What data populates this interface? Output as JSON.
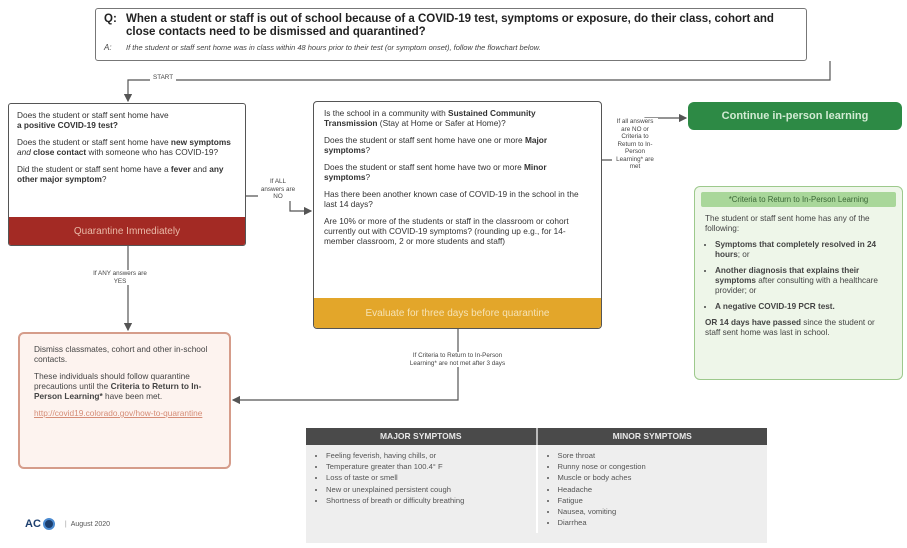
{
  "question": {
    "q_label": "Q:",
    "q_text": "When a student or staff is out of school because of a COVID-19 test, symptoms or exposure, do their class, cohort and close contacts need to be dismissed and quarantined?",
    "a_label": "A:",
    "a_text": "If the student or staff sent home was in class within 48 hours prior to their test (or symptom onset), follow the flowchart below."
  },
  "start_label": "START",
  "left_card": {
    "q1_a": "Does the student or staff sent home have",
    "q1_b": "a positive COVID-19 test?",
    "q2_a": "Does the student or staff sent home have",
    "q2_b": "new symptoms",
    "q2_c": " and ",
    "q2_d": "close contact",
    "q2_e": " with someone who has COVID-19?",
    "q3_a": "Did the student or staff sent home have a",
    "q3_b": "fever",
    "q3_c": " and ",
    "q3_d": "any other major symptom",
    "q3_e": "?",
    "band": "Quarantine Immediately"
  },
  "notes": {
    "all_no": "If ALL answers are NO",
    "any_yes": "If ANY answers are YES",
    "all_no_criteria": "If all answers are NO or Criteria to Return to In-Person Learning* are met",
    "criteria_not_met": "If Criteria to Return to In-Person Learning* are not met after 3 days"
  },
  "mid_card": {
    "q1_a": "Is the school in a community with ",
    "q1_b": "Sustained Community Transmission",
    "q1_c": " (Stay at Home or Safer at Home)?",
    "q2_a": "Does the student or staff sent home have one or more ",
    "q2_b": "Major symptoms",
    "q2_c": "?",
    "q3_a": "Does the student or staff sent home have two or more ",
    "q3_b": "Minor symptoms",
    "q3_c": "?",
    "q4": "Has there been another known case of COVID-19 in the school in the last 14 days?",
    "q5": "Are 10% or more of the students or staff in the classroom or cohort currently out with COVID-19 symptoms? (rounding up e.g., for 14-member classroom, 2 or more students and staff)",
    "band": "Evaluate for three days before quarantine"
  },
  "continue_button": "Continue in-person learning",
  "criteria": {
    "header": "*Criteria to Return to In-Person Learning",
    "intro": "The student or staff sent home has any of the following:",
    "b1_a": "Symptoms that completely resolved in 24 hours",
    "b1_b": "; or",
    "b2_a": "Another diagnosis that explains their symptoms",
    "b2_b": " after consulting with a healthcare provider; or",
    "b3": "A negative COVID-19 PCR test.",
    "or_a": "OR 14 days have passed",
    "or_b": " since the student or staff sent home was last in school."
  },
  "dismiss_card": {
    "p1": "Dismiss classmates, cohort and other in-school contacts.",
    "p2_a": "These individuals should follow quarantine precautions until the ",
    "p2_b": "Criteria to Return to In-Person Learning*",
    "p2_c": " have been met.",
    "link": "http://covid19.colorado.gov/how-to-quarantine"
  },
  "symptoms": {
    "major_header": "MAJOR SYMPTOMS",
    "minor_header": "MINOR SYMPTOMS",
    "major": [
      "Feeling feverish, having chills, or",
      "Temperature greater than 100.4° F",
      "Loss of taste or smell",
      "New or unexplained persistent cough",
      "Shortness of breath or difficulty breathing"
    ],
    "minor": [
      "Sore throat",
      "Runny nose or congestion",
      "Muscle or body aches",
      "Headache",
      "Fatigue",
      "Nausea, vomiting",
      "Diarrhea"
    ]
  },
  "footer": {
    "logo_text": "AC",
    "date": "August 2020"
  },
  "colors": {
    "quarantine_red": "#a32a24",
    "evaluate_yellow": "#e3a62a",
    "continue_green": "#2d8a45",
    "criteria_bg": "#eef6e9",
    "dismiss_border": "#d59c8a"
  }
}
